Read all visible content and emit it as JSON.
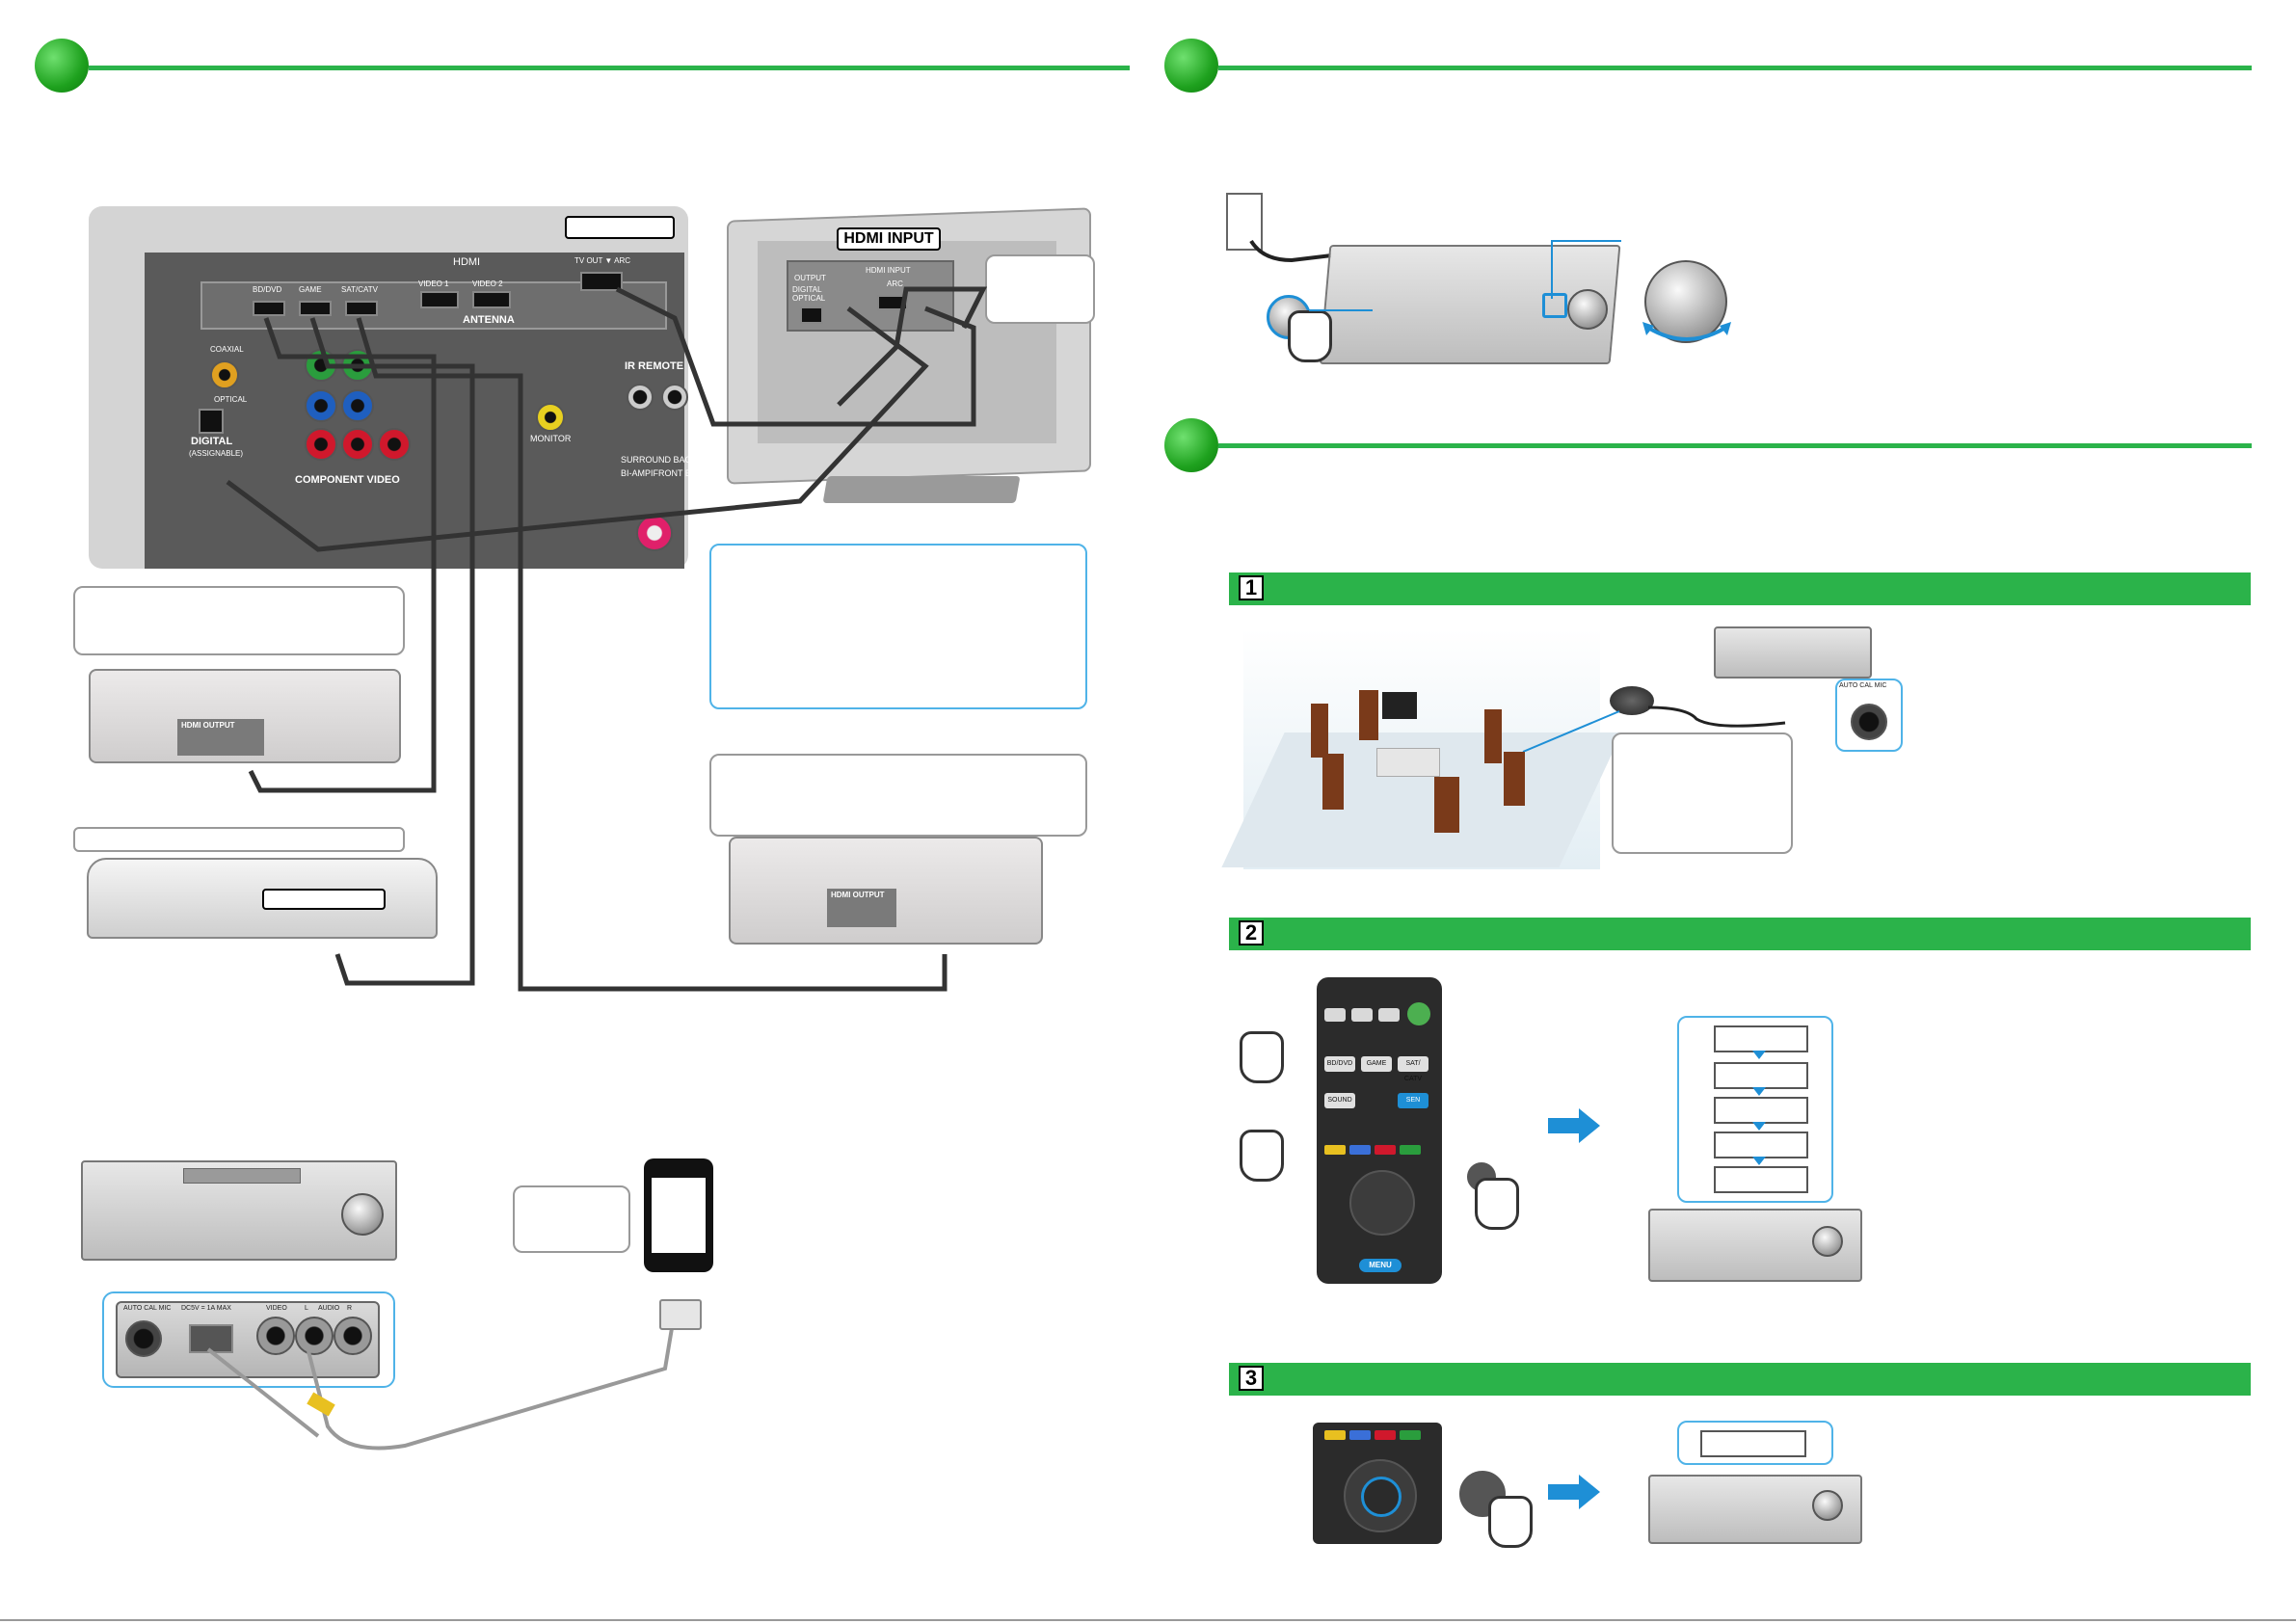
{
  "labels": {
    "hdmi_input": "HDMI INPUT",
    "hdmi_output_1": "HDMI OUTPUT",
    "hdmi_output_2": "HDMI OUTPUT",
    "auto_cal_mic": "AUTO CAL MIC",
    "menu": "MENU"
  },
  "receiver_back": {
    "hdmi": "HDMI",
    "antenna": "ANTENNA",
    "ir_remote": "IR REMOTE",
    "digital": "DIGITAL",
    "digital_sub": "(ASSIGNABLE)",
    "component_video": "COMPONENT VIDEO",
    "monitor": "MONITOR",
    "surround": "SURROUND BACK/ FR",
    "bi_amp": "BI-AMPIFRONT B",
    "coaxial": "COAXIAL",
    "optical": "OPTICAL",
    "bd_dvd": "BD/DVD",
    "sat_catv": "SAT/CATV",
    "game": "GAME",
    "video1": "VIDEO 1",
    "video2": "VIDEO 2",
    "tv_out_arc": "TV OUT ▼ ARC"
  },
  "tv": {
    "output": "OUTPUT",
    "digital_optical": "DIGITAL OPTICAL",
    "hdmi_input": "HDMI INPUT",
    "arc": "ARC"
  },
  "front_panel": {
    "auto_cal_mic": "AUTO CAL MIC",
    "usb": "DC5V = 1A MAX",
    "video": "VIDEO",
    "audio": "AUDIO",
    "l": "L",
    "r": "R"
  },
  "remote_buttons": {
    "bd_dvd": "BD/DVD",
    "game": "GAME",
    "sat_catv": "SAT/ CATV",
    "sound": "SOUND",
    "sen": "SEN"
  },
  "steps": [
    "1",
    "2",
    "3"
  ],
  "colors": {
    "accent_green": "#2bb34a",
    "callout_blue": "#4fb3e8",
    "arrow_blue": "#1e8fd6"
  }
}
